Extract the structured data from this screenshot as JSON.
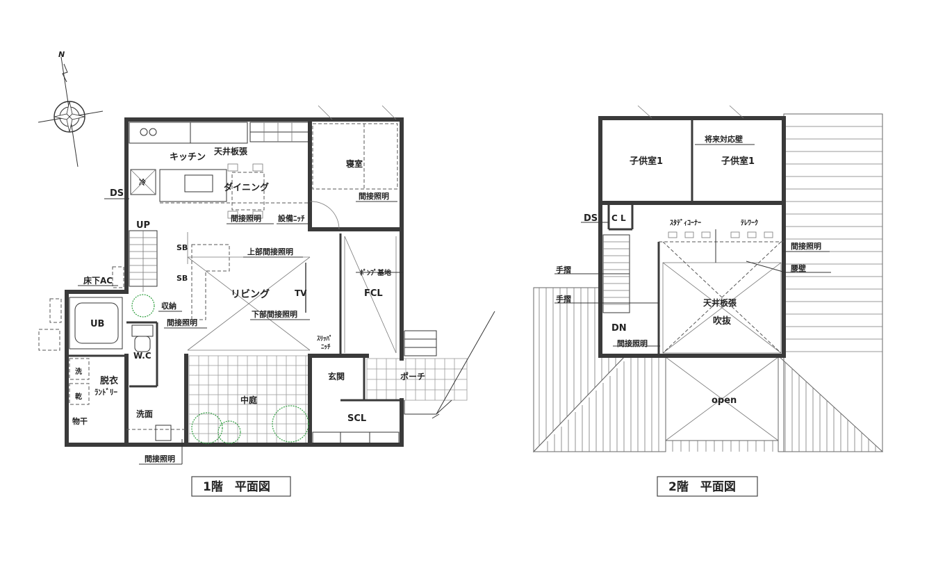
{
  "compass": {
    "north": "N"
  },
  "floor1": {
    "title": "1階　平面図",
    "rooms": {
      "kitchen": "キッチン",
      "ceiling_board": "天井板張",
      "fridge": "冷",
      "ds": "DS",
      "dining": "ダイニング",
      "indirect_dining": "間接照明",
      "equipment_niche": "設備ﾆｯﾁ",
      "bedroom": "寝室",
      "indirect_bedroom": "間接照明",
      "up": "UP",
      "sb1": "SB",
      "sb2": "SB",
      "upper_indirect": "上部間接照明",
      "pump_base": "ﾎﾟﾝﾌﾟ基地",
      "floor_ac": "床下AC",
      "living": "リビング",
      "tv": "TV",
      "fcl": "FCL",
      "storage": "収納",
      "lower_indirect": "下部間接照明",
      "ub": "UB",
      "indirect_living": "間接照明",
      "slipper_niche_1": "ｽﾘｯﾊﾟ",
      "slipper_niche_2": "ﾆｯﾁ",
      "wc": "W.C",
      "wash_mark": "洗",
      "dry_mark": "乾",
      "dressing": "脱衣",
      "laundry": "ﾗﾝﾄﾞﾘｰ",
      "drying": "物干",
      "washroom": "洗面",
      "courtyard": "中庭",
      "entrance": "玄関",
      "porch": "ポーチ",
      "scl": "SCL",
      "indirect_bottom": "間接照明"
    }
  },
  "floor2": {
    "title": "2階　平面図",
    "rooms": {
      "future_wall": "将来対応壁",
      "child1": "子供室1",
      "child2": "子供室1",
      "ds": "DS",
      "cl": "C L",
      "study": "ｽﾀﾃﾞｨｺｰﾅｰ",
      "telework": "ﾃﾚﾜｰｸ",
      "indirect_1": "間接照明",
      "handrail_1": "手摺",
      "waist_wall": "腰壁",
      "handrail_2": "手摺",
      "ceiling_board": "天井板張",
      "void": "吹抜",
      "dn": "DN",
      "indirect_2": "間接照明",
      "open": "open"
    }
  }
}
